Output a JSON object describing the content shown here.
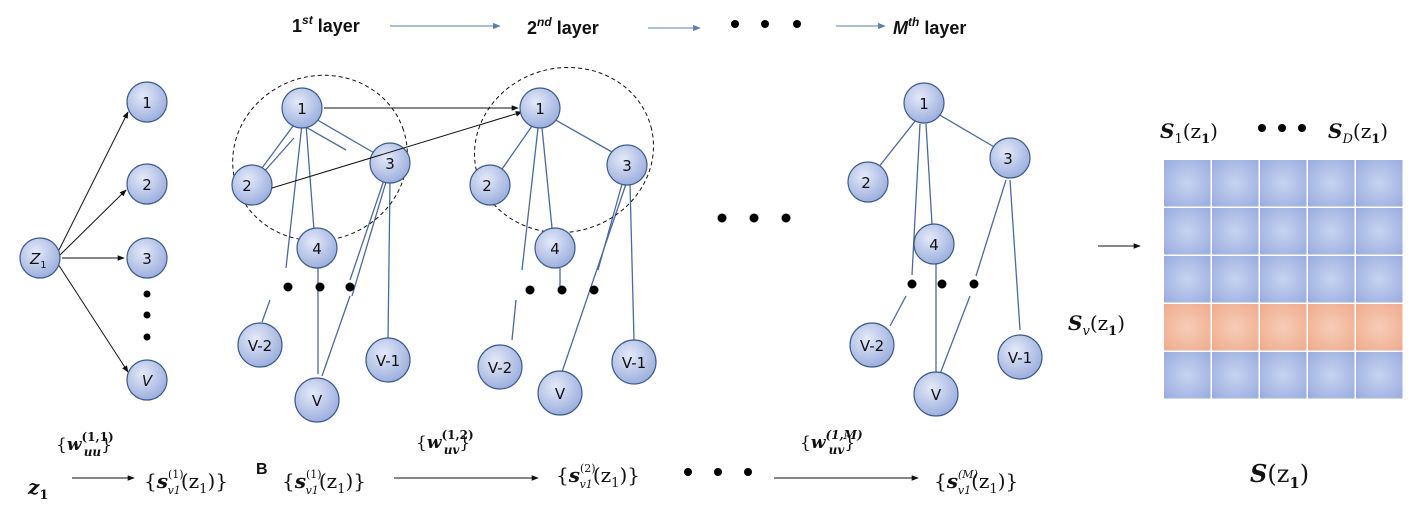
{
  "layer_labels": {
    "first": {
      "main": "1",
      "sup": "st",
      "rest": " layer"
    },
    "second": {
      "main": "2",
      "sup": "nd",
      "rest": " layer"
    },
    "mth": {
      "main": "M",
      "sup": "th",
      "rest": " layer"
    }
  },
  "input_node": {
    "label": "Z",
    "sub": "1"
  },
  "fanout_nodes": [
    "1",
    "2",
    "3",
    "V"
  ],
  "layer_nodes": {
    "n1": "1",
    "n2": "2",
    "n3": "3",
    "n4": "4",
    "nv2": "V-2",
    "nv": "V",
    "nv1": "V-1"
  },
  "matrix": {
    "header_left": {
      "main": "S",
      "sub": "1",
      "arg": "(z",
      "argsub": "1",
      "close": ")"
    },
    "header_right": {
      "main": "S",
      "sub": "D",
      "arg": "(z",
      "argsub": "1",
      "close": ")"
    },
    "row_label": {
      "main": "S",
      "sub": "v",
      "arg": "(z",
      "argsub": "1",
      "close": ")"
    },
    "caption": {
      "main": "S",
      "arg": "(z",
      "argsub": "1",
      "close": ")"
    },
    "rows": 5,
    "cols": 5,
    "highlight_row": 4,
    "cell_color": "#a8b9e6",
    "highlight_color": "#f2b99c"
  },
  "bottom": {
    "z1": {
      "main": "z",
      "sub": "1"
    },
    "s1a": {
      "open": "{",
      "main": "s",
      "sup": "(1)",
      "sub": "v1",
      "arg": "(z",
      "argsub": "1",
      "close": ")}"
    },
    "b_label": "B",
    "s1b": {
      "open": "{",
      "main": "s",
      "sup": "(1)",
      "sub": "v1",
      "arg": "(z",
      "argsub": "1",
      "close": ")}"
    },
    "s2": {
      "open": "{",
      "main": "s",
      "sup": "(2)",
      "sub": "v1",
      "arg": "(z",
      "argsub": "1",
      "close": ")}"
    },
    "sM": {
      "open": "{",
      "main": "s",
      "sup": "(M)",
      "sub": "v1",
      "arg": "(z",
      "argsub": "1",
      "close": ")}"
    },
    "w11": {
      "open": "{",
      "main": "w",
      "sup": "(1,1)",
      "sub": "uu",
      "close": "}"
    },
    "w12": {
      "open": "{",
      "main": "w",
      "sup": "(1,2)",
      "sub": "uv",
      "close": "}"
    },
    "w1M": {
      "open": "{",
      "main": "w",
      "sup": "(1,M)",
      "sub": "uv",
      "close": "}"
    }
  },
  "colors": {
    "node_fill_light": "#dfe6f6",
    "node_fill_dark": "#9fb2e0",
    "node_stroke": "#3b5b8f",
    "edge": "#4b6aa0"
  }
}
